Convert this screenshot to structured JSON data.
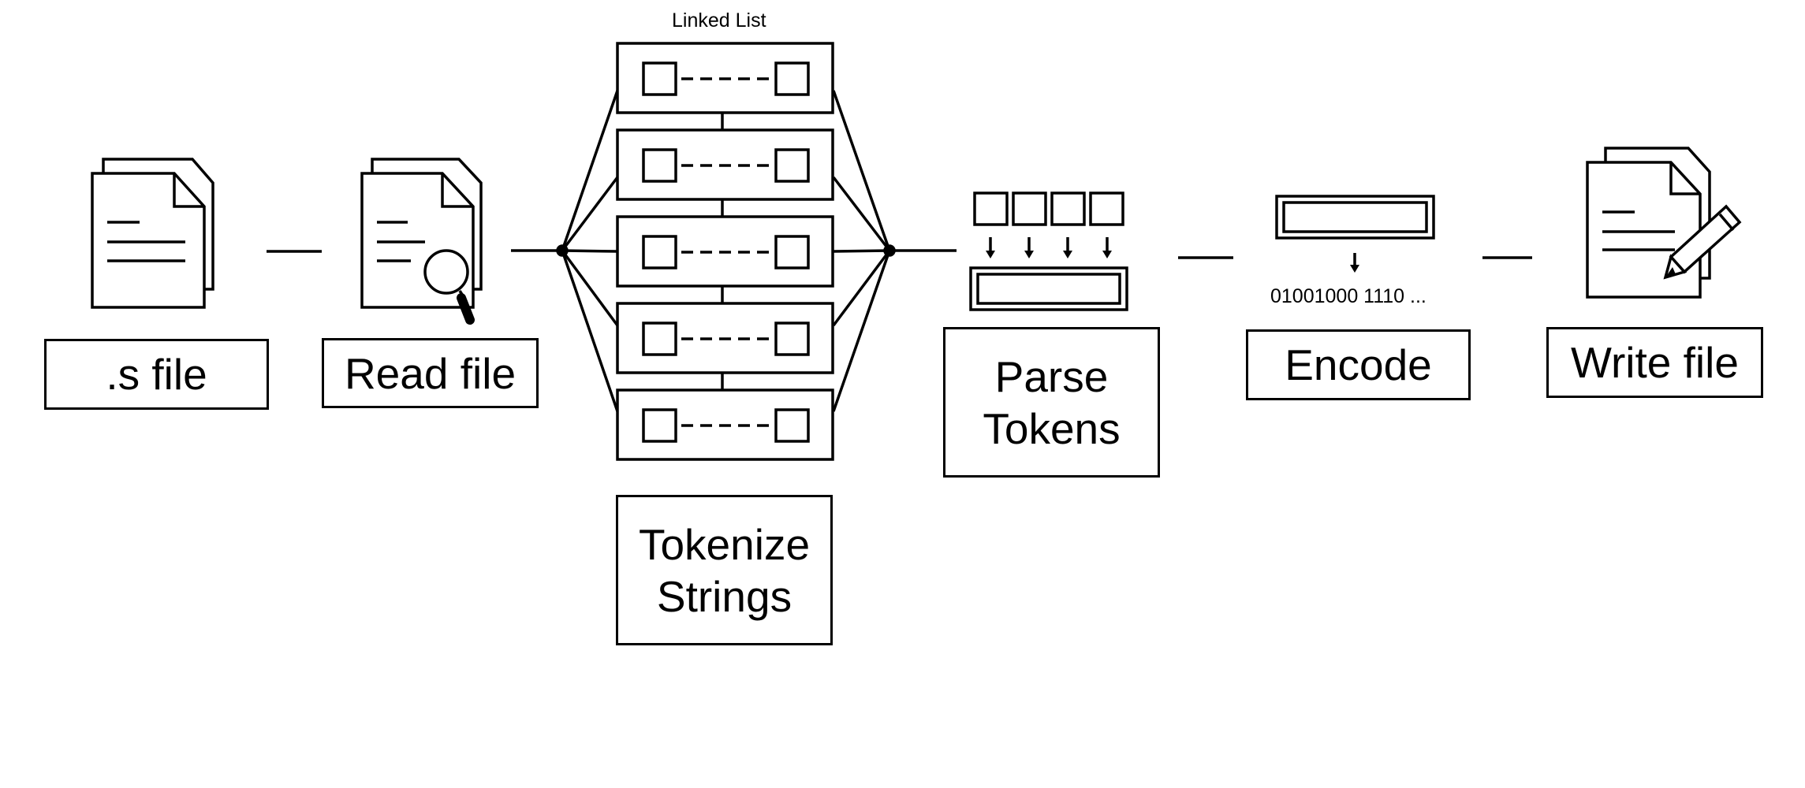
{
  "diagram": {
    "linked_list_title": "Linked List",
    "binary_sample": "01001000 1110 ...",
    "stages": {
      "source_file": ".s file",
      "read_file": "Read file",
      "tokenize": "Tokenize\nStrings",
      "parse": "Parse\nTokens",
      "encode": "Encode",
      "write_file": "Write file"
    },
    "icons": {
      "source_file": "document-stack-icon",
      "read_file": "document-search-icon",
      "tokenize": "linked-list-icon",
      "parse": "token-boxes-icon",
      "encode": "binary-bar-icon",
      "write_file": "document-edit-icon"
    }
  }
}
